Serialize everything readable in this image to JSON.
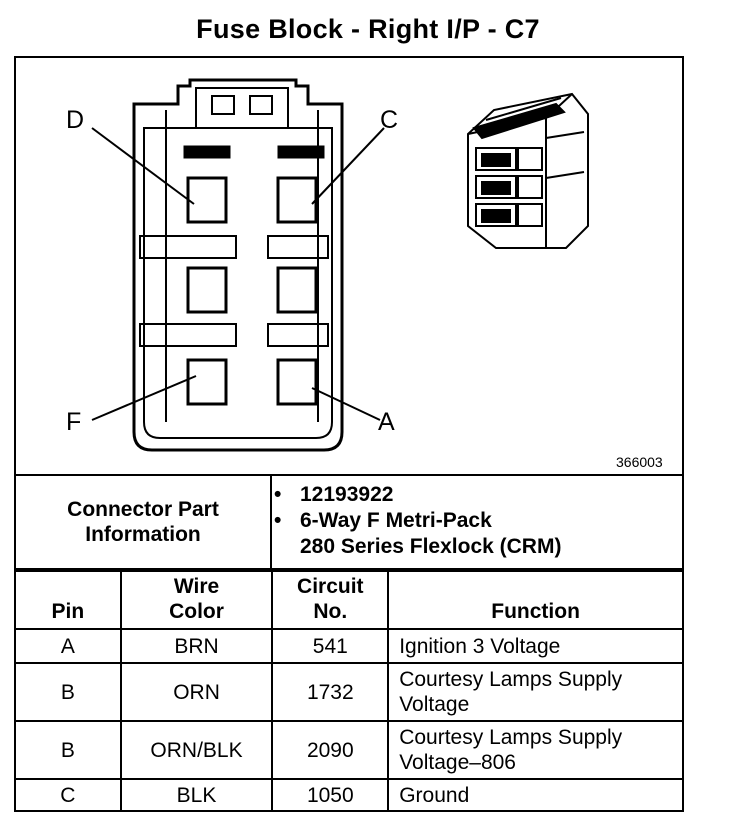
{
  "title": "Fuse Block - Right I/P - C7",
  "figure": {
    "pin_labels": {
      "d": "D",
      "c": "C",
      "f": "F",
      "a": "A"
    },
    "figure_number": "366003"
  },
  "connector_info": {
    "label_line1": "Connector Part",
    "label_line2": "Information",
    "bullet": "•",
    "part_number": "12193922",
    "desc_line1": "6-Way F Metri-Pack",
    "desc_line2": "280 Series Flexlock (CRM)"
  },
  "table": {
    "headers": {
      "pin": "Pin",
      "wire_l1": "Wire",
      "wire_l2": "Color",
      "circuit_l1": "Circuit",
      "circuit_l2": "No.",
      "function": "Function"
    },
    "rows": [
      {
        "pin": "A",
        "wire": "BRN",
        "circuit": "541",
        "func_l1": "Ignition 3 Voltage",
        "func_l2": ""
      },
      {
        "pin": "B",
        "wire": "ORN",
        "circuit": "1732",
        "func_l1": "Courtesy Lamps Supply",
        "func_l2": "Voltage"
      },
      {
        "pin": "B",
        "wire": "ORN/BLK",
        "circuit": "2090",
        "func_l1": "Courtesy Lamps Supply",
        "func_l2": "Voltage–806"
      },
      {
        "pin": "C",
        "wire": "BLK",
        "circuit": "1050",
        "func_l1": "Ground",
        "func_l2": ""
      }
    ]
  }
}
